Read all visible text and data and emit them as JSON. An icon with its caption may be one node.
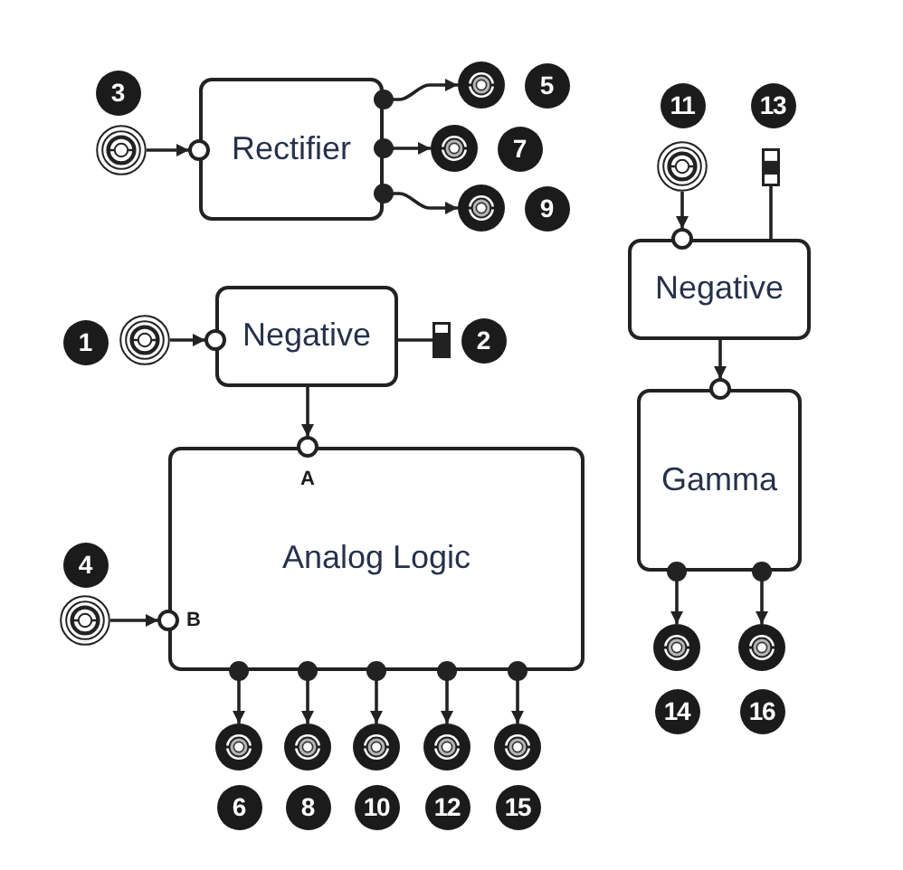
{
  "diagram": {
    "nodes": [
      {
        "text": [],
        "shape": "circle",
        "beside": [
          "3"
        ]
      },
      {
        "text": [
          "Rectifier"
        ]
      },
      {
        "text": [],
        "shape": "circle",
        "beside": [
          "5"
        ]
      },
      {
        "text": [],
        "shape": "circle",
        "beside": [
          "7"
        ]
      },
      {
        "text": [],
        "shape": "circle",
        "beside": [
          "9"
        ]
      },
      {
        "text": [],
        "shape": "circle",
        "beside": [
          "11"
        ]
      },
      {
        "text": [],
        "shape": "box",
        "beside": [
          "13"
        ]
      },
      {
        "text": [
          "Negative"
        ]
      },
      {
        "text": [],
        "shape": "circle",
        "beside": [
          "1"
        ]
      },
      {
        "text": [
          "Negative"
        ]
      },
      {
        "text": [],
        "shape": "box",
        "beside": [
          "2"
        ]
      },
      {
        "text": [
          "Gamma"
        ]
      },
      {
        "text": [],
        "shape": "circle",
        "beside": [
          "4"
        ]
      },
      {
        "text": [
          "Analog Logic"
        ]
      },
      {
        "text": [],
        "shape": "circle",
        "beside": [
          "6"
        ]
      },
      {
        "text": [],
        "shape": "circle",
        "beside": [
          "8"
        ]
      },
      {
        "text": [],
        "shape": "circle",
        "beside": [
          "10"
        ]
      },
      {
        "text": [],
        "shape": "circle",
        "beside": [
          "12"
        ]
      },
      {
        "text": [],
        "shape": "circle",
        "beside": [
          "15"
        ]
      },
      {
        "text": [],
        "shape": "circle",
        "beside": [
          "14"
        ]
      },
      {
        "text": [],
        "shape": "circle",
        "beside": [
          "16"
        ]
      }
    ],
    "edges": [
      {
        "from": 0,
        "to": 1,
        "arrow": "to"
      },
      {
        "from": 1,
        "to": 2,
        "arrow": "to"
      },
      {
        "from": 1,
        "to": 3,
        "arrow": "to"
      },
      {
        "from": 1,
        "to": 4,
        "arrow": "to"
      },
      {
        "from": 5,
        "to": 7,
        "arrow": "to"
      },
      {
        "from": 6,
        "to": 7,
        "arrow": "none"
      },
      {
        "from": 7,
        "to": 11,
        "arrow": "to"
      },
      {
        "from": 8,
        "to": 9,
        "arrow": "to"
      },
      {
        "from": 10,
        "to": 9,
        "arrow": "none"
      },
      {
        "from": 9,
        "to": 13,
        "arrow": "to"
      },
      {
        "from": 12,
        "to": 13,
        "arrow": "to"
      },
      {
        "from": 13,
        "to": 14,
        "arrow": "to"
      },
      {
        "from": 13,
        "to": 15,
        "arrow": "to"
      },
      {
        "from": 13,
        "to": 16,
        "arrow": "to"
      },
      {
        "from": 13,
        "to": 17,
        "arrow": "to"
      },
      {
        "from": 13,
        "to": 18,
        "arrow": "to"
      },
      {
        "from": 11,
        "to": 19,
        "arrow": "to"
      },
      {
        "from": 11,
        "to": 20,
        "arrow": "to"
      }
    ],
    "labels": [
      "A",
      "B"
    ]
  }
}
